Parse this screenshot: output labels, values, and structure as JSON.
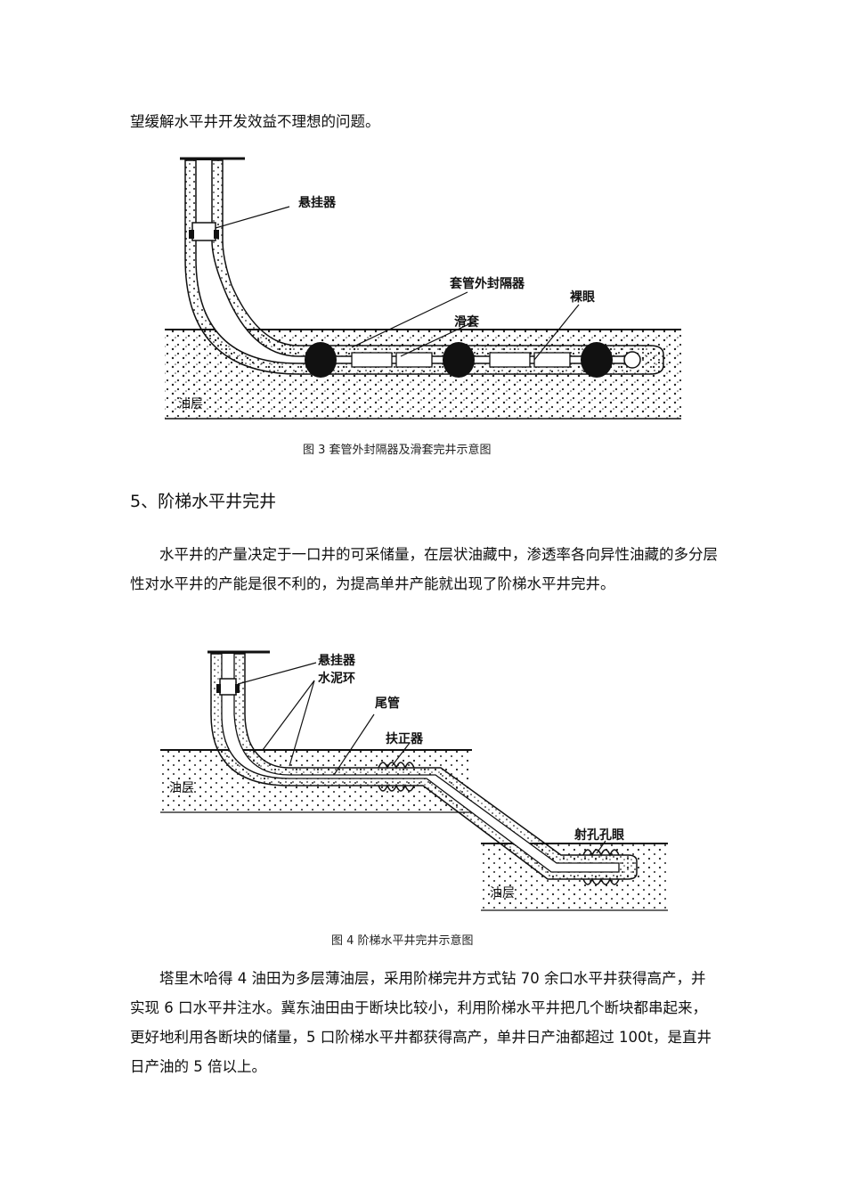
{
  "paragraphs": {
    "intro_tail": "望缓解水平井开发效益不理想的问题。",
    "p_step": "水平井的产量决定于一口井的可采储量，在层状油藏中，渗透率各向异性油藏的多分层性对水平井的产能是很不利的，为提高单井产能就出现了阶梯水平井完井。",
    "p_example": "塔里木哈得 4 油田为多层薄油层，采用阶梯完井方式钻 70 余口水平井获得高产，并实现 6 口水平井注水。冀东油田由于断块比较小，利用阶梯水平井把几个断块都串起来，更好地利用各断块的储量，5 口阶梯水平井都获得高产，单井日产油都超过 100t，是直井日产油的 5 倍以上。"
  },
  "section": {
    "heading": "5、阶梯水平井完井"
  },
  "figure3": {
    "caption": "图 3  套管外封隔器及滑套完井示意图",
    "labels": {
      "hanger": "悬挂器",
      "packer": "套管外封隔器",
      "sleeve": "滑套",
      "openhole": "裸眼",
      "reservoir": "油层"
    }
  },
  "figure4": {
    "caption": "图 4  阶梯水平井完井示意图",
    "labels": {
      "hanger": "悬挂器",
      "cement": "水泥环",
      "liner": "尾管",
      "centralizer": "扶正器",
      "perforation": "射孔孔眼",
      "reservoir_upper": "油层",
      "reservoir_lower": "油层"
    }
  }
}
